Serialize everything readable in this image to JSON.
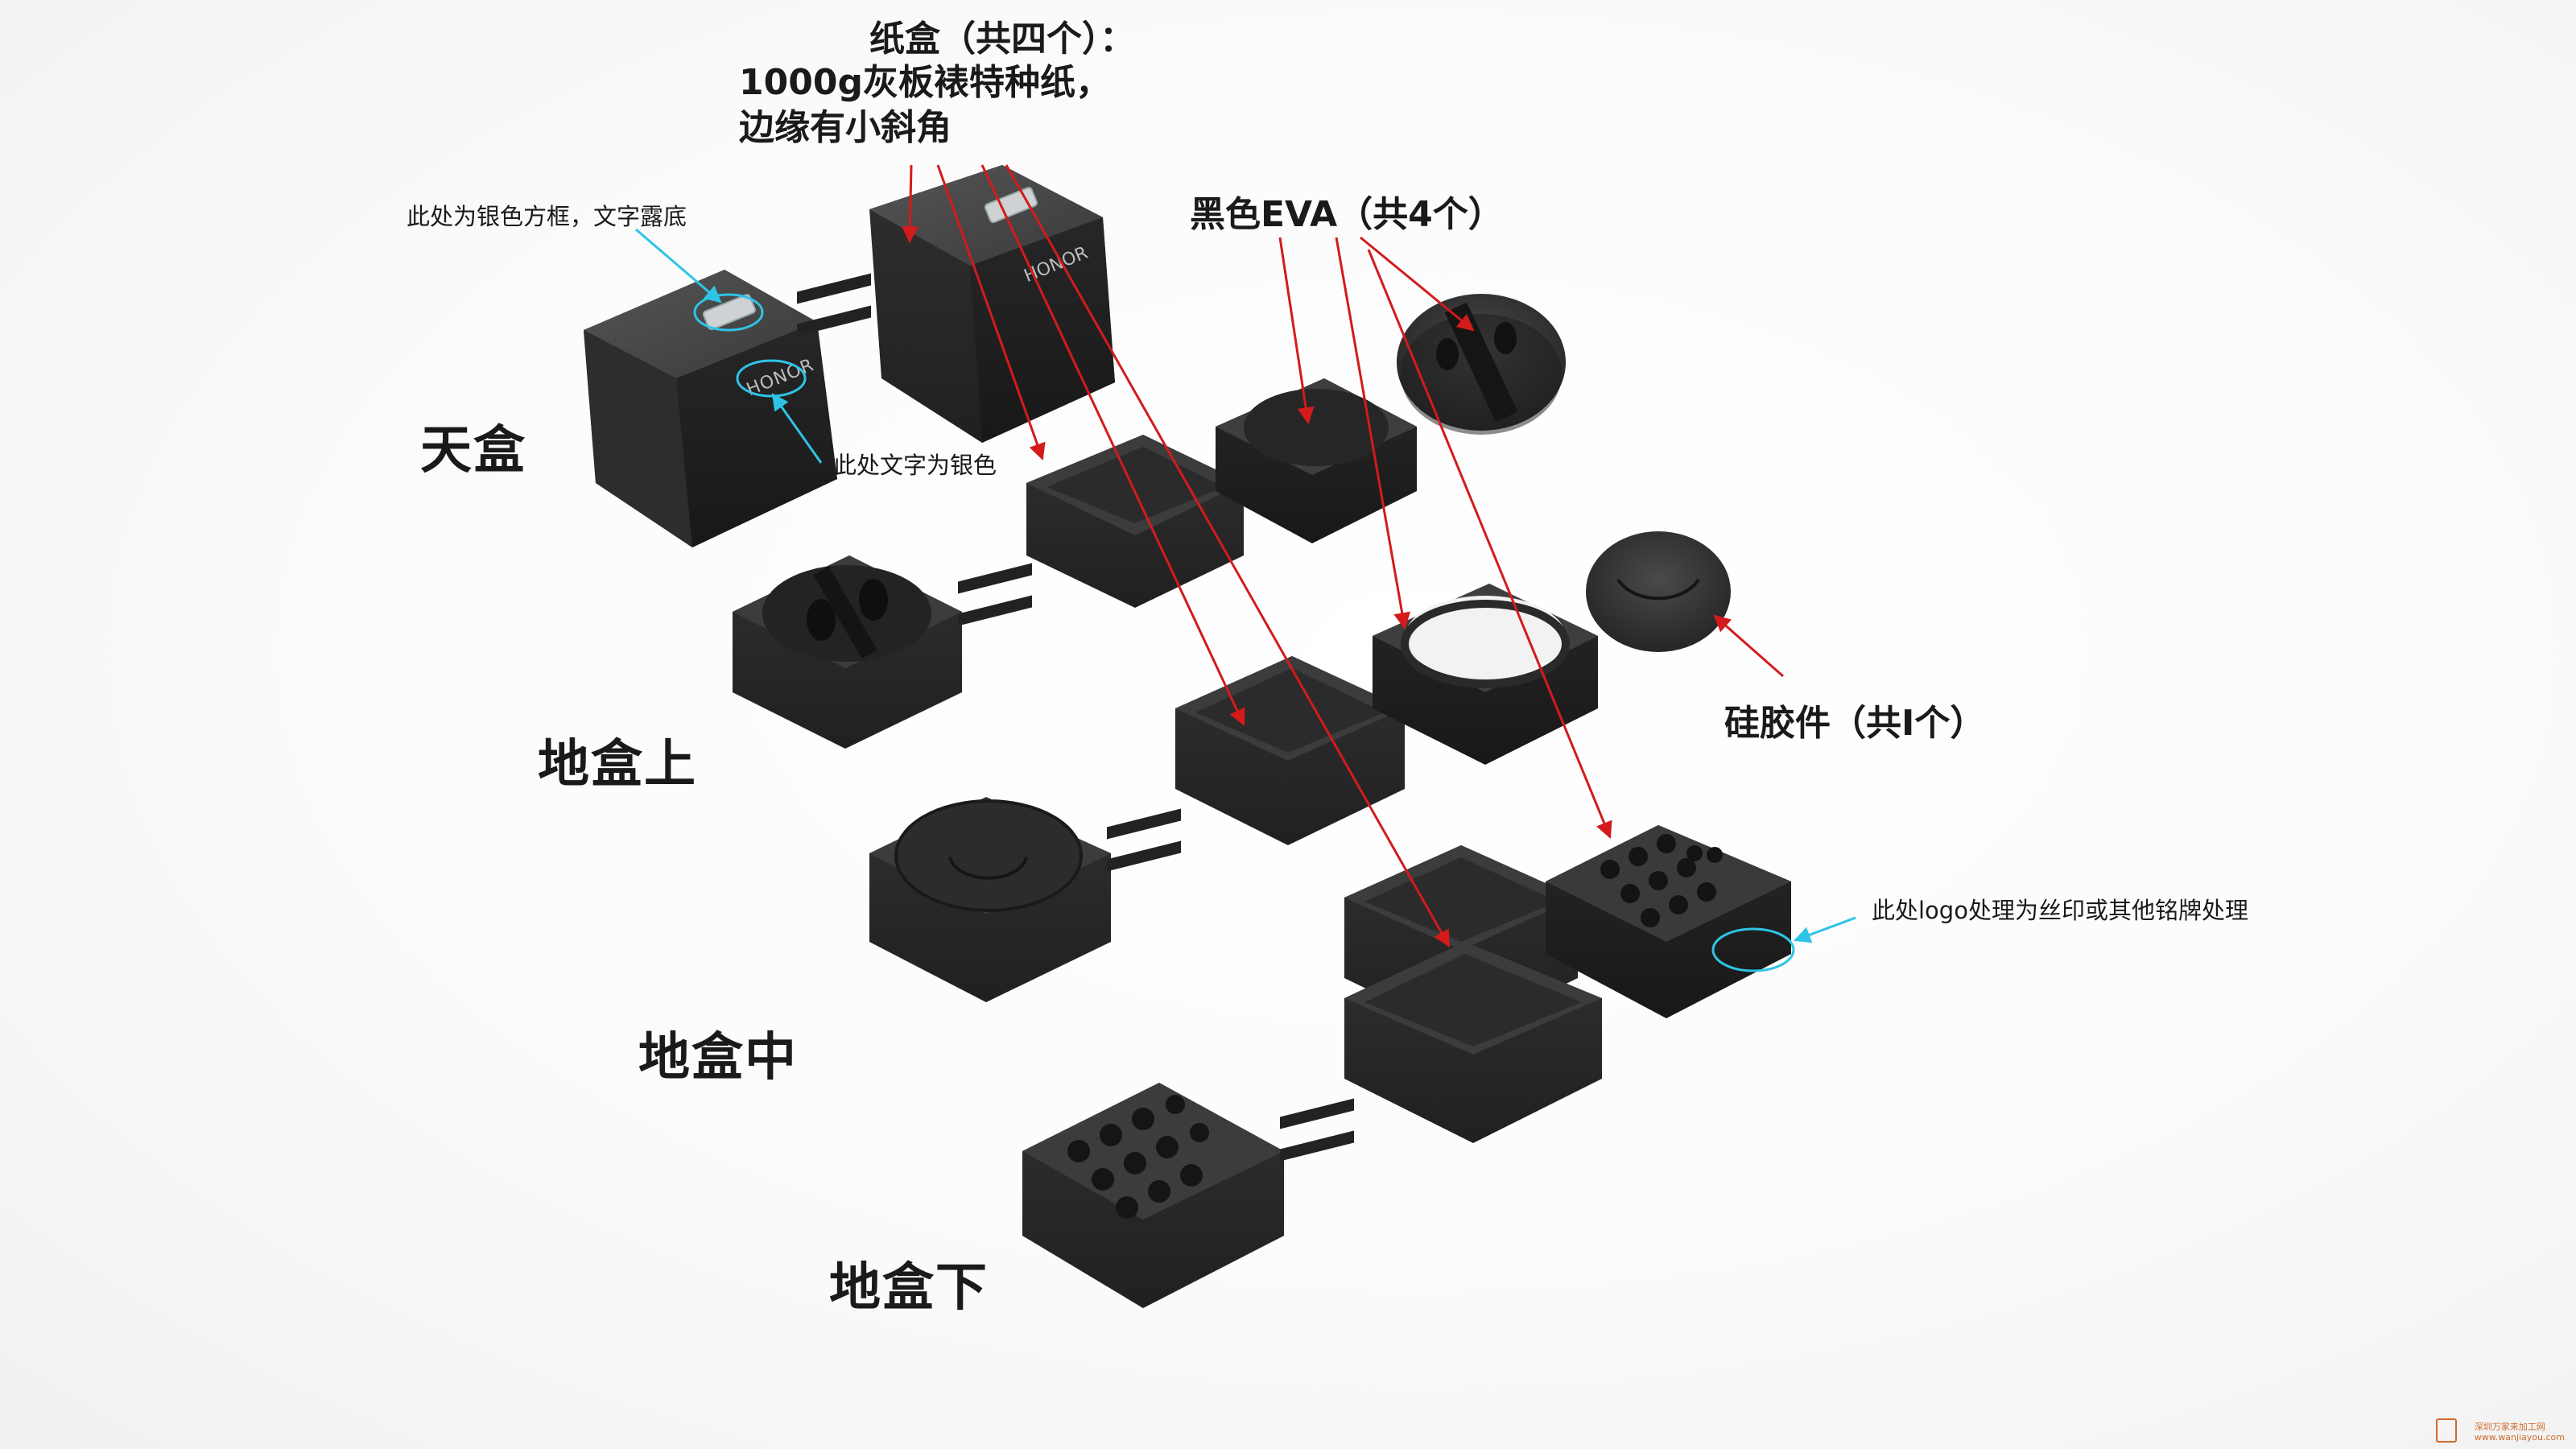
{
  "labels": {
    "tian_he": "天盒",
    "di_he_shang": "地盒上",
    "di_he_zhong": "地盒中",
    "di_he_xia": "地盒下",
    "paper_box_l1": "纸盒（共四个）：",
    "paper_box_l2": "1000g灰板裱特种纸，",
    "paper_box_l3": "边缘有小斜角",
    "eva": "黑色EVA（共4个）",
    "silicone": "硅胶件（共Ⅰ个）",
    "silver_frame_note": "此处为银色方框，文字露底",
    "silver_text_note": "此处文字为银色",
    "logo_note": "此处logo处理为丝印或其他铭牌处理"
  },
  "brand": {
    "logo_text": "HONOR",
    "badge_text": "HONOR"
  },
  "watermark": {
    "line1": "深圳万家来加工网",
    "line2": "www.wanjiayou.com"
  },
  "colors": {
    "box_top": "#474747",
    "box_side": "#2a2a2a",
    "box_dark": "#1d1d1d",
    "arrow_red": "#d31b1b",
    "callout_cyan": "#2ec4e6",
    "label_text": "#1a1a1a"
  }
}
